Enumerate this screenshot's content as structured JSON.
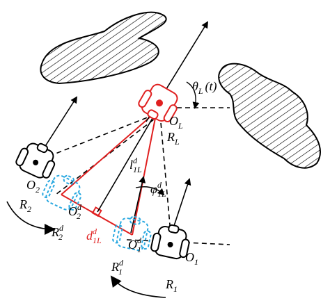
{
  "labels": {
    "theta": {
      "base": "θ",
      "sub": "L",
      "suffix": "(t)"
    },
    "O_L": {
      "base": "O",
      "sub": "L"
    },
    "R_L": {
      "base": "R",
      "sub": "L"
    },
    "O_2": {
      "base": "O",
      "sub": "2"
    },
    "R_2": {
      "base": "R",
      "sub": "2"
    },
    "O_2d": {
      "base": "O",
      "sub": "2",
      "sup": "d"
    },
    "R_2d": {
      "base": "R",
      "sub": "2",
      "sup": "d"
    },
    "l_1L": {
      "base": "l",
      "sub": "1L",
      "sup": "d"
    },
    "phi_1L": {
      "base": "φ",
      "sub": "1L",
      "sup": "d"
    },
    "d_1L": {
      "base": "d",
      "sub": "1L",
      "sup": "d"
    },
    "O_1d": {
      "base": "O",
      "sub": "1",
      "sup": "d"
    },
    "R_1d": {
      "base": "R",
      "sub": "1",
      "sup": "d"
    },
    "O_1": {
      "base": "O",
      "sub": "1"
    },
    "R_1": {
      "base": "R",
      "sub": "1"
    }
  },
  "colors": {
    "line": "#000000",
    "formation": "#e02020",
    "desired_robot": "#29a8e0",
    "obstacle_fill": "#ffffff",
    "obstacle_hatch": "#000000"
  }
}
